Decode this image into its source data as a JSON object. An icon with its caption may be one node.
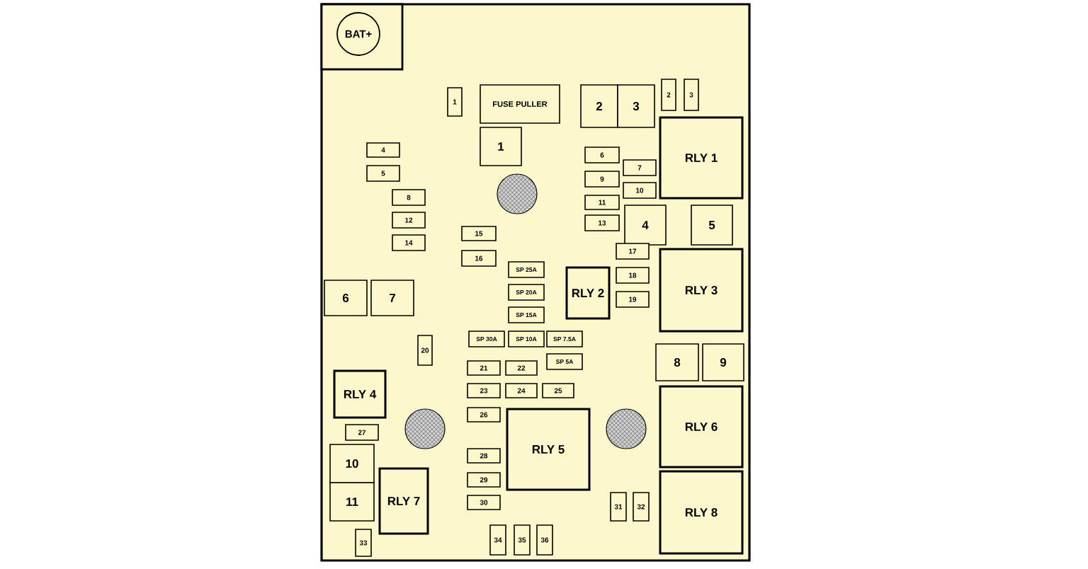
{
  "diagram": {
    "nodes": [
      {
        "text": [],
        "shape": "box"
      },
      {
        "text": [],
        "shape": "box",
        "in": 0
      },
      {
        "text": [
          "BAT+"
        ],
        "in": 1
      },
      {
        "text": [
          "1"
        ],
        "in": 0
      },
      {
        "text": [
          "FUSE PULLER"
        ],
        "in": 0
      },
      {
        "text": [
          "2"
        ],
        "in": 0
      },
      {
        "text": [
          "3"
        ],
        "in": 0
      },
      {
        "text": [
          "2"
        ],
        "in": 0
      },
      {
        "text": [
          "3"
        ],
        "in": 0
      },
      {
        "text": [
          "1"
        ],
        "in": 0
      },
      {
        "text": [
          "RLY 1"
        ],
        "in": 0
      },
      {
        "text": [
          "4"
        ],
        "in": 0
      },
      {
        "text": [
          "5"
        ],
        "in": 0
      },
      {
        "text": [
          "6"
        ],
        "in": 0
      },
      {
        "text": [
          "7"
        ],
        "in": 0
      },
      {
        "text": [
          "9"
        ],
        "in": 0
      },
      {
        "text": [
          "10"
        ],
        "in": 0
      },
      {
        "text": [
          "8"
        ],
        "in": 0
      },
      {
        "text": [
          "11"
        ],
        "in": 0
      },
      {
        "text": [
          "12"
        ],
        "in": 0
      },
      {
        "text": [
          "13"
        ],
        "in": 0
      },
      {
        "text": [
          "4"
        ],
        "in": 0
      },
      {
        "text": [
          "5"
        ],
        "in": 0
      },
      {
        "text": [
          "14"
        ],
        "in": 0
      },
      {
        "text": [
          "15"
        ],
        "in": 0
      },
      {
        "text": [
          "16"
        ],
        "in": 0
      },
      {
        "text": [
          "17"
        ],
        "in": 0
      },
      {
        "text": [
          "RLY 3"
        ],
        "in": 0
      },
      {
        "text": [
          "SP 25A"
        ],
        "in": 0
      },
      {
        "text": [
          "RLY 2"
        ],
        "in": 0
      },
      {
        "text": [
          "18"
        ],
        "in": 0
      },
      {
        "text": [
          "6"
        ],
        "in": 0
      },
      {
        "text": [
          "7"
        ],
        "in": 0
      },
      {
        "text": [
          "SP 20A"
        ],
        "in": 0
      },
      {
        "text": [
          "19"
        ],
        "in": 0
      },
      {
        "text": [
          "SP 15A"
        ],
        "in": 0
      },
      {
        "text": [
          "SP 30A"
        ],
        "in": 0
      },
      {
        "text": [
          "SP 10A"
        ],
        "in": 0
      },
      {
        "text": [
          "SP 7.5A"
        ],
        "in": 0
      },
      {
        "text": [
          "20"
        ],
        "in": 0
      },
      {
        "text": [
          "8"
        ],
        "in": 0
      },
      {
        "text": [
          "9"
        ],
        "in": 0
      },
      {
        "text": [
          "SP 5A"
        ],
        "in": 0
      },
      {
        "text": [
          "21"
        ],
        "in": 0
      },
      {
        "text": [
          "22"
        ],
        "in": 0
      },
      {
        "text": [
          "RLY 4"
        ],
        "in": 0
      },
      {
        "text": [
          "23"
        ],
        "in": 0
      },
      {
        "text": [
          "24"
        ],
        "in": 0
      },
      {
        "text": [
          "25"
        ],
        "in": 0
      },
      {
        "text": [
          "RLY 6"
        ],
        "in": 0
      },
      {
        "text": [
          "26"
        ],
        "in": 0
      },
      {
        "text": [
          "RLY 5"
        ],
        "in": 0
      },
      {
        "text": [
          "27"
        ],
        "in": 0
      },
      {
        "text": [
          "10"
        ],
        "in": 0
      },
      {
        "text": [
          "28"
        ],
        "in": 0
      },
      {
        "text": [
          "RLY 7"
        ],
        "in": 0
      },
      {
        "text": [
          "29"
        ],
        "in": 0
      },
      {
        "text": [
          "RLY 8"
        ],
        "in": 0
      },
      {
        "text": [
          "11"
        ],
        "in": 0
      },
      {
        "text": [
          "30"
        ],
        "in": 0
      },
      {
        "text": [
          "31"
        ],
        "in": 0
      },
      {
        "text": [
          "32"
        ],
        "in": 0
      },
      {
        "text": [
          "33"
        ],
        "in": 0
      },
      {
        "text": [
          "34"
        ],
        "in": 0
      },
      {
        "text": [
          "35"
        ],
        "in": 0
      },
      {
        "text": [
          "36"
        ],
        "in": 0
      }
    ]
  }
}
